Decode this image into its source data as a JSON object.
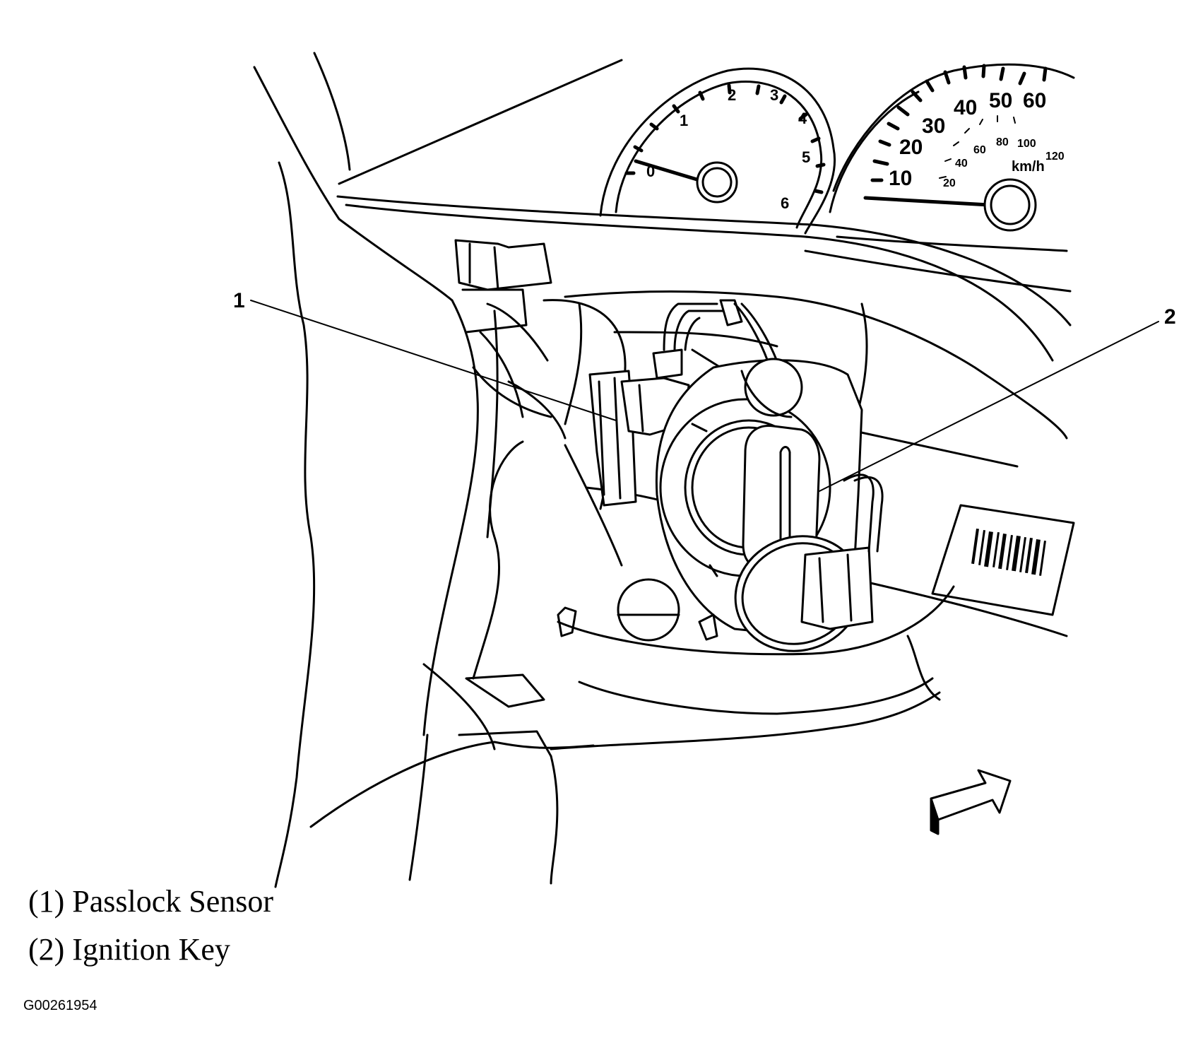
{
  "callouts": [
    {
      "number": "1",
      "label": "Passlock Sensor"
    },
    {
      "number": "2",
      "label": "Ignition Key"
    }
  ],
  "legend": [
    "(1) Passlock Sensor",
    "(2) Ignition Key"
  ],
  "tachometer": {
    "ticks": [
      "0",
      "1",
      "2",
      "3",
      "4",
      "5",
      "6"
    ]
  },
  "speedometer": {
    "mph_ticks": [
      "10",
      "20",
      "30",
      "40",
      "50",
      "60"
    ],
    "kmh_ticks": [
      "20",
      "40",
      "60",
      "80",
      "100",
      "120"
    ],
    "unit": "km/h"
  },
  "figure_id": "G00261954",
  "colors": {
    "ink": "#000000",
    "paper": "#ffffff"
  },
  "icons": [
    "direction-arrow-icon",
    "barcode-label-icon"
  ]
}
